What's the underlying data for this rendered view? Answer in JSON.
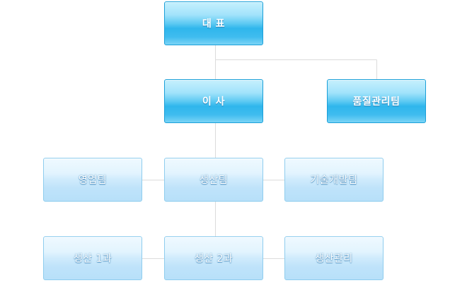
{
  "org_chart": {
    "ceo": "대 표",
    "director": "이 사",
    "quality_team": "품질관리팀",
    "sales_team": "영업팀",
    "production_team": "생산팀",
    "rnd_team": "기술개발팀",
    "production_1": "생산 1과",
    "production_2": "생산 2과",
    "production_mgmt": "생산관리"
  },
  "colors": {
    "strong_box_mid": "#2fb6ec",
    "strong_box_border": "#1a9fd8",
    "light_box_mid": "#cfebfc",
    "light_box_border": "#8fcdee",
    "connector": "#dcdcdc"
  }
}
